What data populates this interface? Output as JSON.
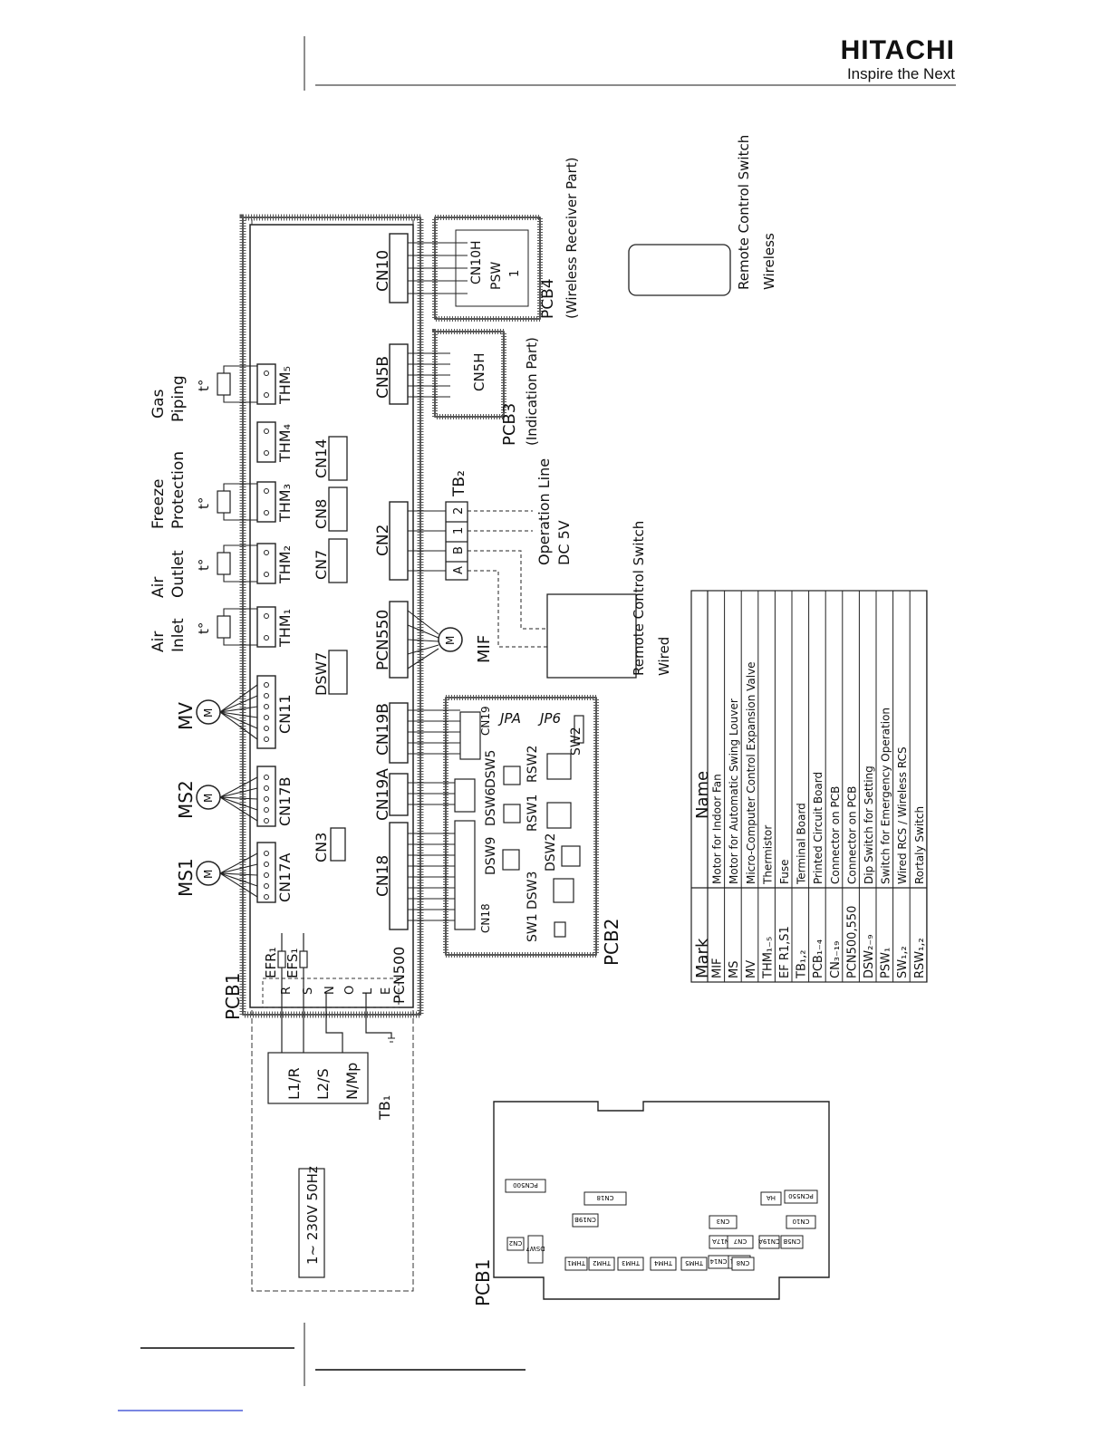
{
  "header": {
    "brand_name": "HITACHI",
    "brand_tagline": "Inspire the Next"
  },
  "labels": {
    "pcb1": "PCB1",
    "efr": "EFR₁",
    "efs": "EFS₁",
    "pcn500": "PCN500",
    "ms1": "MS1",
    "ms2": "MS2",
    "mv": "MV",
    "air_inlet_1": "Air",
    "air_inlet_2": "Inlet",
    "air_outlet_1": "Air",
    "air_outlet_2": "Outlet",
    "freeze_1": "Freeze",
    "freeze_2": "Protection",
    "gas_1": "Gas",
    "gas_2": "Piping",
    "t": "t°",
    "cn17a": "CN17A",
    "cn17b": "CN17B",
    "cn11": "CN11",
    "thm1": "THM₁",
    "thm2": "THM₂",
    "thm3": "THM₃",
    "thm4": "THM₄",
    "thm5": "THM₅",
    "cn3": "CN3",
    "dsw7": "DSW7",
    "cn7": "CN7",
    "cn8": "CN8",
    "cn14": "CN14",
    "cn18": "CN18",
    "cn19a": "CN19A",
    "cn19b": "CN19B",
    "pcn550": "PCN550",
    "cn2": "CN2",
    "cn5b": "CN5B",
    "cn10": "CN10",
    "mif": "MIF",
    "m": "M",
    "tb2": "TB₂",
    "tb2_a": "A",
    "tb2_b": "B",
    "tb2_1": "1",
    "tb2_2": "2",
    "op_line_1": "Operation Line",
    "op_line_2": "DC 5V",
    "rcs_wired_1": "Remote Control Switch",
    "rcs_wired_2": "Wired",
    "rcs_wireless_1": "Remote Control Switch",
    "rcs_wireless_2": "Wireless",
    "cn5h": "CN5H",
    "pcb3": "PCB3",
    "pcb3_sub": "(Indication Part)",
    "cn10h": "CN10H",
    "psw": "PSW",
    "psw_1": "1",
    "pcb4": "PCB4",
    "pcb4_sub": "(Wireless Receiver Part)",
    "pcb2": "PCB2",
    "cn18_in": "CN18",
    "cn19_in": "CN19",
    "jpa": "JPA",
    "jp6": "JP6",
    "dsw9": "DSW9",
    "dsw6": "DSW6",
    "dsw5": "DSW5",
    "dsw3": "DSW3",
    "dsw2": "DSW2",
    "rsw1": "RSW1",
    "rsw2": "RSW2",
    "sw1": "SW1",
    "sw2": "SW2",
    "tb1": "TB₁",
    "l1r": "L1/R",
    "l2s": "L2/S",
    "nmp": "N/Mp",
    "power": "1~ 230V 50Hz",
    "term_r": "R",
    "term_s": "S",
    "term_n": "N",
    "term_o": "O",
    "term_l": "L",
    "term_e": "E",
    "pcb1_bottom": "PCB1"
  },
  "legend": {
    "head_mark": "Mark",
    "head_name": "Name",
    "rows": [
      {
        "mark": "MIF",
        "name": "Motor for Indoor Fan"
      },
      {
        "mark": "MS",
        "name": "Motor for Automatic Swing Louver"
      },
      {
        "mark": "MV",
        "name": "Micro-Computer Control Expansion Valve"
      },
      {
        "mark": "THM₁₋₅",
        "name": "Thermistor"
      },
      {
        "mark": "EF R1,S1",
        "name": "Fuse"
      },
      {
        "mark": "TB₁,₂",
        "name": "Terminal Board"
      },
      {
        "mark": "PCB₁₋₄",
        "name": "Printed Circuit Board"
      },
      {
        "mark": "CN₃₋₁₉",
        "name": "Connector on PCB"
      },
      {
        "mark": "PCN500,550",
        "name": "Connector on PCB"
      },
      {
        "mark": "DSW₂₋₉",
        "name": "Dip Switch for Setting"
      },
      {
        "mark": "PSW₁",
        "name": "Switch for Emergency Operation"
      },
      {
        "mark": "SW₁,₂",
        "name": "Wired RCS / Wireless RCS"
      },
      {
        "mark": "RSW₁,₂",
        "name": "Rortaly Switch"
      }
    ]
  },
  "board": {
    "labels": [
      "PCN500",
      "CN19B",
      "CN18",
      "PCN550",
      "HA",
      "CN10",
      "CN3",
      "CN17B",
      "CN17A",
      "CN19A",
      "CN7",
      "CN5B",
      "CN2",
      "DSW7",
      "CN11",
      "THM1",
      "THM2",
      "THM3",
      "THM4",
      "THM5",
      "CN14",
      "CN8"
    ]
  }
}
